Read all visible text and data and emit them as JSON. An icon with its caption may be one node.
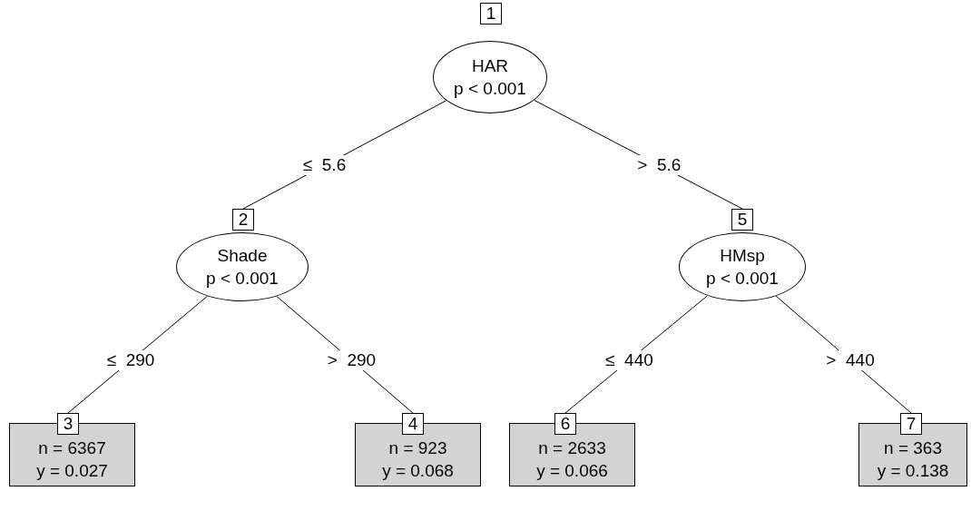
{
  "diagram": {
    "nodes": [
      {
        "text": [
          "1",
          "HAR",
          "p < 0.001"
        ]
      },
      {
        "text": [
          "2",
          "Shade",
          "p < 0.001"
        ]
      },
      {
        "text": [
          "3",
          "n = 6367",
          "y = 0.027"
        ]
      },
      {
        "text": [
          "4",
          "n = 923",
          "y = 0.068"
        ]
      },
      {
        "text": [
          "5",
          "HMsp",
          "p < 0.001"
        ]
      },
      {
        "text": [
          "6",
          "n = 2633",
          "y = 0.066"
        ]
      },
      {
        "text": [
          "7",
          "n = 363",
          "y = 0.138"
        ]
      }
    ],
    "edges": [
      {
        "from": 0,
        "to": 1,
        "arrow": "none",
        "label": "≤  5.6"
      },
      {
        "from": 1,
        "to": 2,
        "arrow": "none",
        "label": "≤  290"
      },
      {
        "from": 1,
        "to": 3,
        "arrow": "none",
        "label": ">  290"
      },
      {
        "from": 0,
        "to": 4,
        "arrow": "none",
        "label": ">  5.6"
      },
      {
        "from": 4,
        "to": 5,
        "arrow": "none",
        "label": "≤  440"
      },
      {
        "from": 4,
        "to": 6,
        "arrow": "none",
        "label": ">  440"
      }
    ]
  }
}
